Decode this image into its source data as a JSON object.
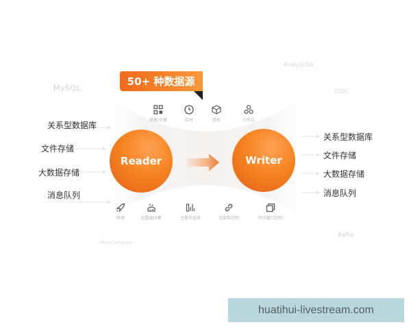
{
  "badge": {
    "text": "50+ 种数据源"
  },
  "readerLabel": "Reader",
  "writerLabel": "Writer",
  "leftSources": [
    "关系型数据库",
    "文件存储",
    "大数据存储",
    "消息队列"
  ],
  "rightTargets": [
    "关系型数据库",
    "文件存储",
    "大数据存储",
    "消息队列"
  ],
  "ghostNames": {
    "mysql": "MySQL",
    "analyticdb": "AnalyticDB",
    "tddl": "TDDL",
    "maxcompute": "MaxCompute",
    "kafka": "Kafka"
  },
  "topFeatures": [
    {
      "icon": "grid-icon",
      "caption": "增量/全量"
    },
    {
      "icon": "clock-icon",
      "caption": "实时"
    },
    {
      "icon": "cube-icon",
      "caption": "单机"
    },
    {
      "icon": "cluster-icon",
      "caption": "分布式"
    }
  ],
  "bottomFeatures": [
    {
      "icon": "rocket-icon",
      "caption": "限速"
    },
    {
      "icon": "dirty-data-icon",
      "caption": "脏数据收集"
    },
    {
      "icon": "shard-icon",
      "caption": "主备库选择"
    },
    {
      "icon": "link-icon",
      "caption": "连接数控制"
    },
    {
      "icon": "window-icon",
      "caption": "时间窗口控制"
    }
  ],
  "watermark": "huatihui-livestream.com",
  "colors": {
    "orange": "#f5821f",
    "orangeLight": "#ffb06a",
    "orangeDark": "#e2661a",
    "badgeTail": "#1f1f1f",
    "icon": "#555555"
  }
}
